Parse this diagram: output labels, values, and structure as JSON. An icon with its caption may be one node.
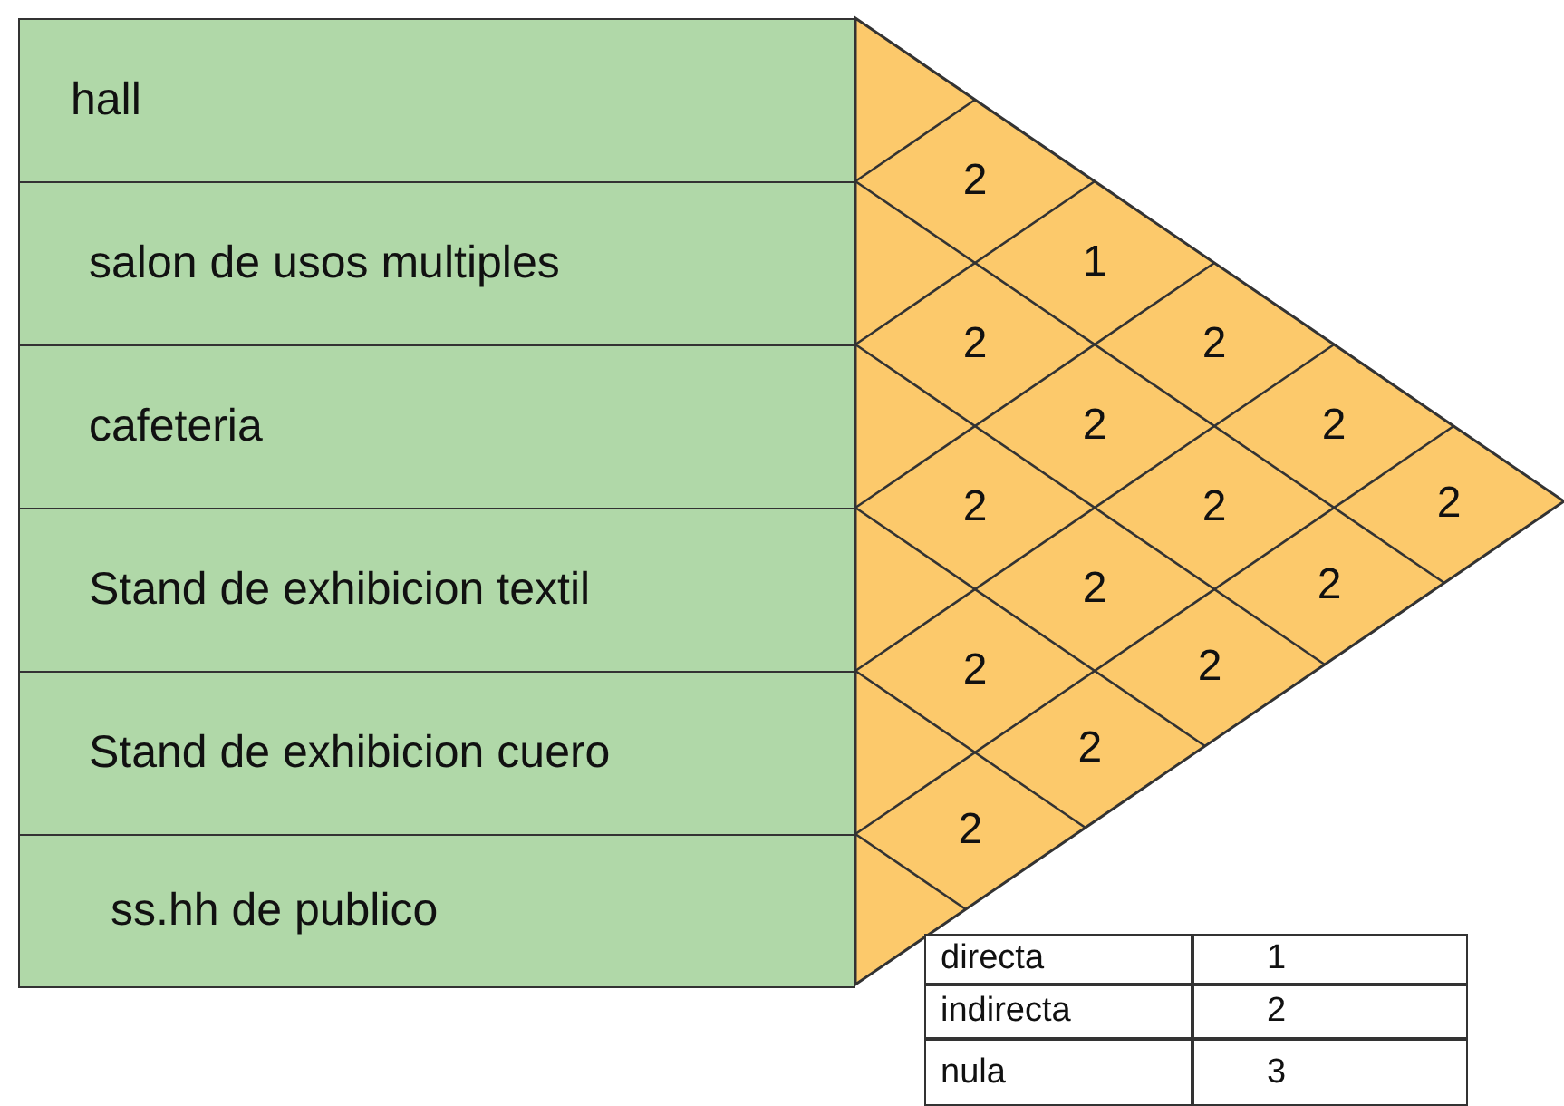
{
  "diagram": {
    "nodes": [
      {
        "text": [
          "hall"
        ]
      },
      {
        "text": [
          "salon de usos multiples"
        ]
      },
      {
        "text": [
          "cafeteria"
        ]
      },
      {
        "text": [
          "Stand de exhibicion textil"
        ]
      },
      {
        "text": [
          "Stand de exhibicion cuero"
        ]
      },
      {
        "text": [
          "ss.hh de publico"
        ]
      }
    ],
    "labels": [
      "2",
      "1",
      "2",
      "2",
      "2",
      "2",
      "2",
      "2",
      "2",
      "2",
      "2",
      "2",
      "2",
      "2",
      "2",
      "directa",
      "1",
      "indirecta",
      "2",
      "nula",
      "3"
    ]
  }
}
